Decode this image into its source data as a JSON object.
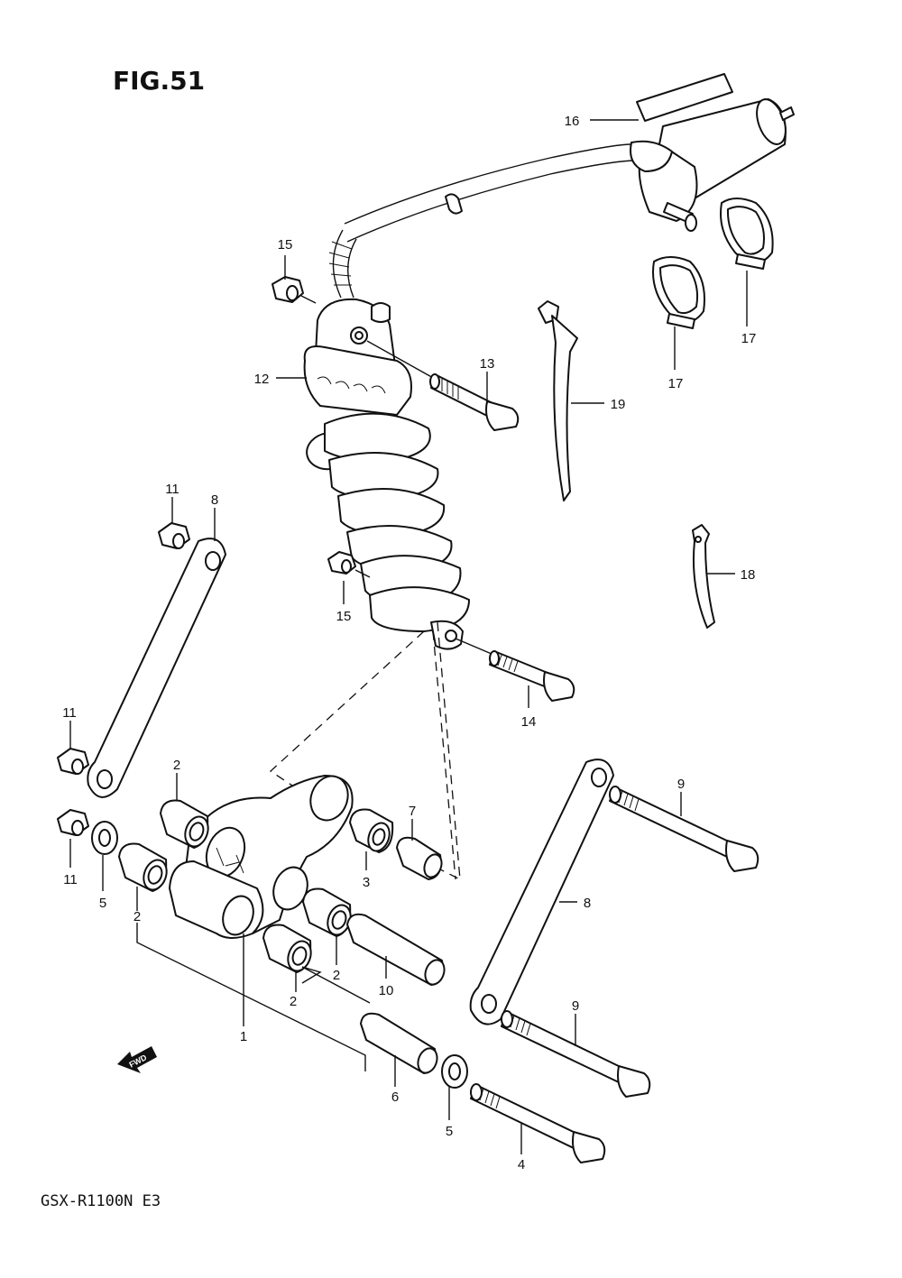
{
  "figure": {
    "title": "FIG.51",
    "model": "GSX-R1100N E3",
    "fwd_label": "FWD"
  },
  "callouts": {
    "c1": "1",
    "c2a": "2",
    "c2b": "2",
    "c2c": "2",
    "c2d": "2",
    "c3": "3",
    "c4": "4",
    "c5a": "5",
    "c5b": "5",
    "c6": "6",
    "c7": "7",
    "c8a": "8",
    "c8b": "8",
    "c9a": "9",
    "c9b": "9",
    "c10": "10",
    "c11a": "11",
    "c11b": "11",
    "c11c": "11",
    "c12": "12",
    "c13": "13",
    "c14": "14",
    "c15a": "15",
    "c15b": "15",
    "c16": "16",
    "c17a": "17",
    "c17b": "17",
    "c18": "18",
    "c19": "19"
  },
  "icons": {
    "fwd_arrow": "fwd-arrow-icon"
  }
}
